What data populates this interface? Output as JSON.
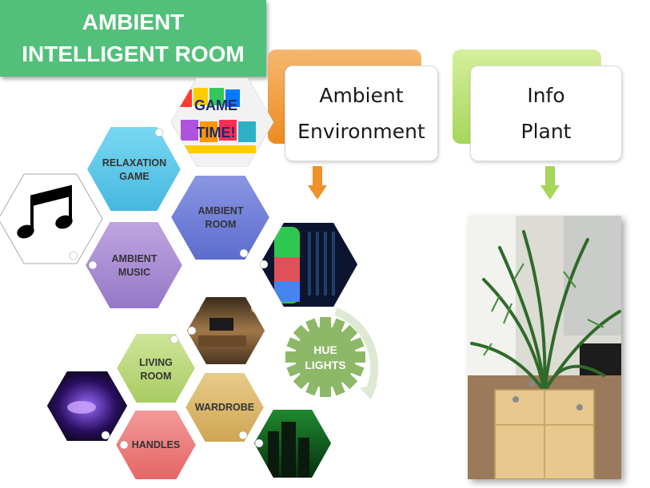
{
  "title": {
    "line1": "AMBIENT",
    "line2": "INTELLIGENT ROOM"
  },
  "headers": [
    {
      "line1": "Ambient",
      "line2": "Environment"
    },
    {
      "line1": "Info",
      "line2": "Plant"
    }
  ],
  "hexagons": {
    "relaxation_game": {
      "line1": "RELAXATION",
      "line2": "GAME"
    },
    "ambient_room": {
      "line1": "AMBIENT",
      "line2": "ROOM"
    },
    "ambient_music": {
      "line1": "AMBIENT",
      "line2": "MUSIC"
    },
    "living_room": {
      "line1": "LIVING",
      "line2": "ROOM"
    },
    "wardrobe": {
      "line1": "WARDROBE"
    },
    "handles": {
      "line1": "HANDLES"
    }
  },
  "game_logo": {
    "line1": "GAME",
    "line2": "TIME!"
  },
  "hue": {
    "line1": "HUE",
    "line2": "LIGHTS"
  },
  "colors": {
    "title_green": "#52c07a",
    "orange": "#f0902a",
    "light_green": "#a6d65a",
    "hex_cyan": "#5bc8e8",
    "hex_blue": "#6f7fd6",
    "hex_purple": "#a98ad4",
    "hex_lime": "#b7d77a",
    "hex_tan": "#d9b86c",
    "hex_pink": "#ec7c7c",
    "hue_gear": "#8db867"
  }
}
